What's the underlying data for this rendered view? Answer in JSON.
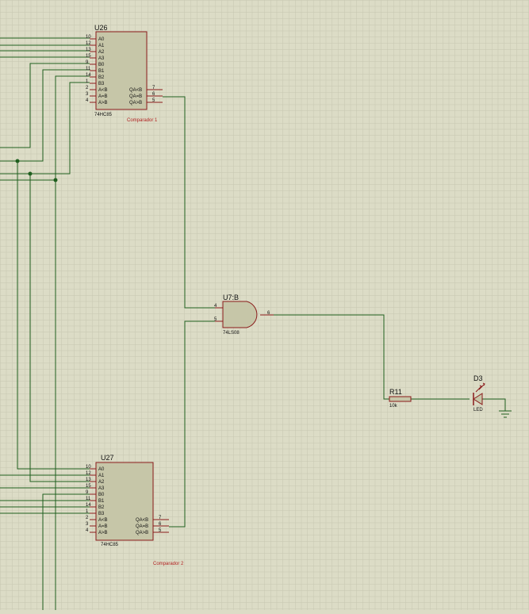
{
  "schematic": {
    "colors": {
      "background": "#dcdcc6",
      "grid": "#c7c7b1",
      "wire": "#1f5f1f",
      "body_fill": "#c6c6a8",
      "body_stroke": "#8a1a1a",
      "label_red": "#b02020"
    },
    "u26": {
      "ref": "U26",
      "part": "74HC85",
      "label": "Comparador 1",
      "inputs": [
        {
          "name": "A0",
          "num": "10"
        },
        {
          "name": "A1",
          "num": "12"
        },
        {
          "name": "A2",
          "num": "13"
        },
        {
          "name": "A3",
          "num": "15"
        },
        {
          "name": "B0",
          "num": "9"
        },
        {
          "name": "B1",
          "num": "11"
        },
        {
          "name": "B2",
          "num": "14"
        },
        {
          "name": "B3",
          "num": "1"
        },
        {
          "name": "A<B",
          "num": "2"
        },
        {
          "name": "A=B",
          "num": "3"
        },
        {
          "name": "A>B",
          "num": "4"
        }
      ],
      "outputs": [
        {
          "name": "QA<B",
          "num": "7"
        },
        {
          "name": "QA=B",
          "num": "6"
        },
        {
          "name": "QA>B",
          "num": "5"
        }
      ]
    },
    "u27": {
      "ref": "U27",
      "part": "74HC85",
      "label": "Comparador 2",
      "inputs": [
        {
          "name": "A0",
          "num": "10"
        },
        {
          "name": "A1",
          "num": "12"
        },
        {
          "name": "A2",
          "num": "13"
        },
        {
          "name": "A3",
          "num": "15"
        },
        {
          "name": "B0",
          "num": "9"
        },
        {
          "name": "B1",
          "num": "11"
        },
        {
          "name": "B2",
          "num": "14"
        },
        {
          "name": "B3",
          "num": "1"
        },
        {
          "name": "A<B",
          "num": "2"
        },
        {
          "name": "A=B",
          "num": "3"
        },
        {
          "name": "A>B",
          "num": "4"
        }
      ],
      "outputs": [
        {
          "name": "QA<B",
          "num": "7"
        },
        {
          "name": "QA=B",
          "num": "6"
        },
        {
          "name": "QA>B",
          "num": "5"
        }
      ]
    },
    "u7b": {
      "ref": "U7:B",
      "part": "74LS08",
      "pin_in1": "4",
      "pin_in2": "5",
      "pin_out": "6"
    },
    "r11": {
      "ref": "R11",
      "value": "10k"
    },
    "d3": {
      "ref": "D3",
      "value": "LED"
    }
  }
}
